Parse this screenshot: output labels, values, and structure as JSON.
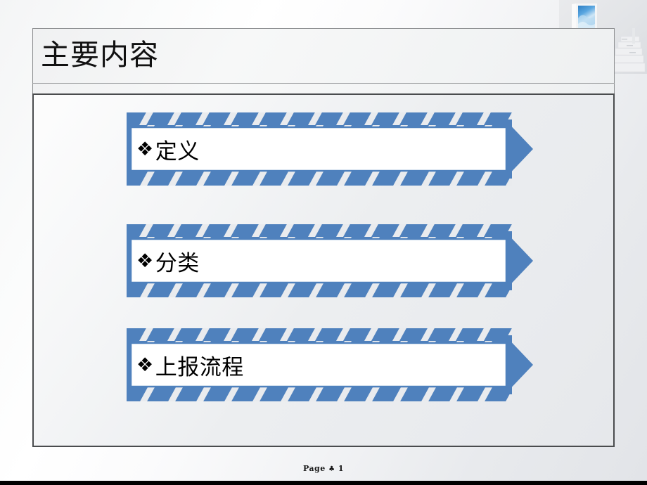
{
  "slide": {
    "title": "主要内容",
    "accent_color": "#4f81bd",
    "accent_color_dark": "#4a7ebb",
    "frame_border_color": "#4a4c4e",
    "background_color": "#eceef0",
    "bullet_glyph": "❖",
    "items": [
      {
        "label": "定义",
        "bullet": "❖"
      },
      {
        "label": "分类",
        "bullet": "❖"
      },
      {
        "label": "上报流程",
        "bullet": "❖"
      }
    ]
  },
  "decoration": {
    "photo_name": "staircase-doorway-photo",
    "photo_description": "white staircase leading to an open door with blue sky"
  },
  "footer": {
    "page_prefix": "Page",
    "page_separator": "♣",
    "page_number": "1",
    "full_text": "Page ♣ 1"
  }
}
